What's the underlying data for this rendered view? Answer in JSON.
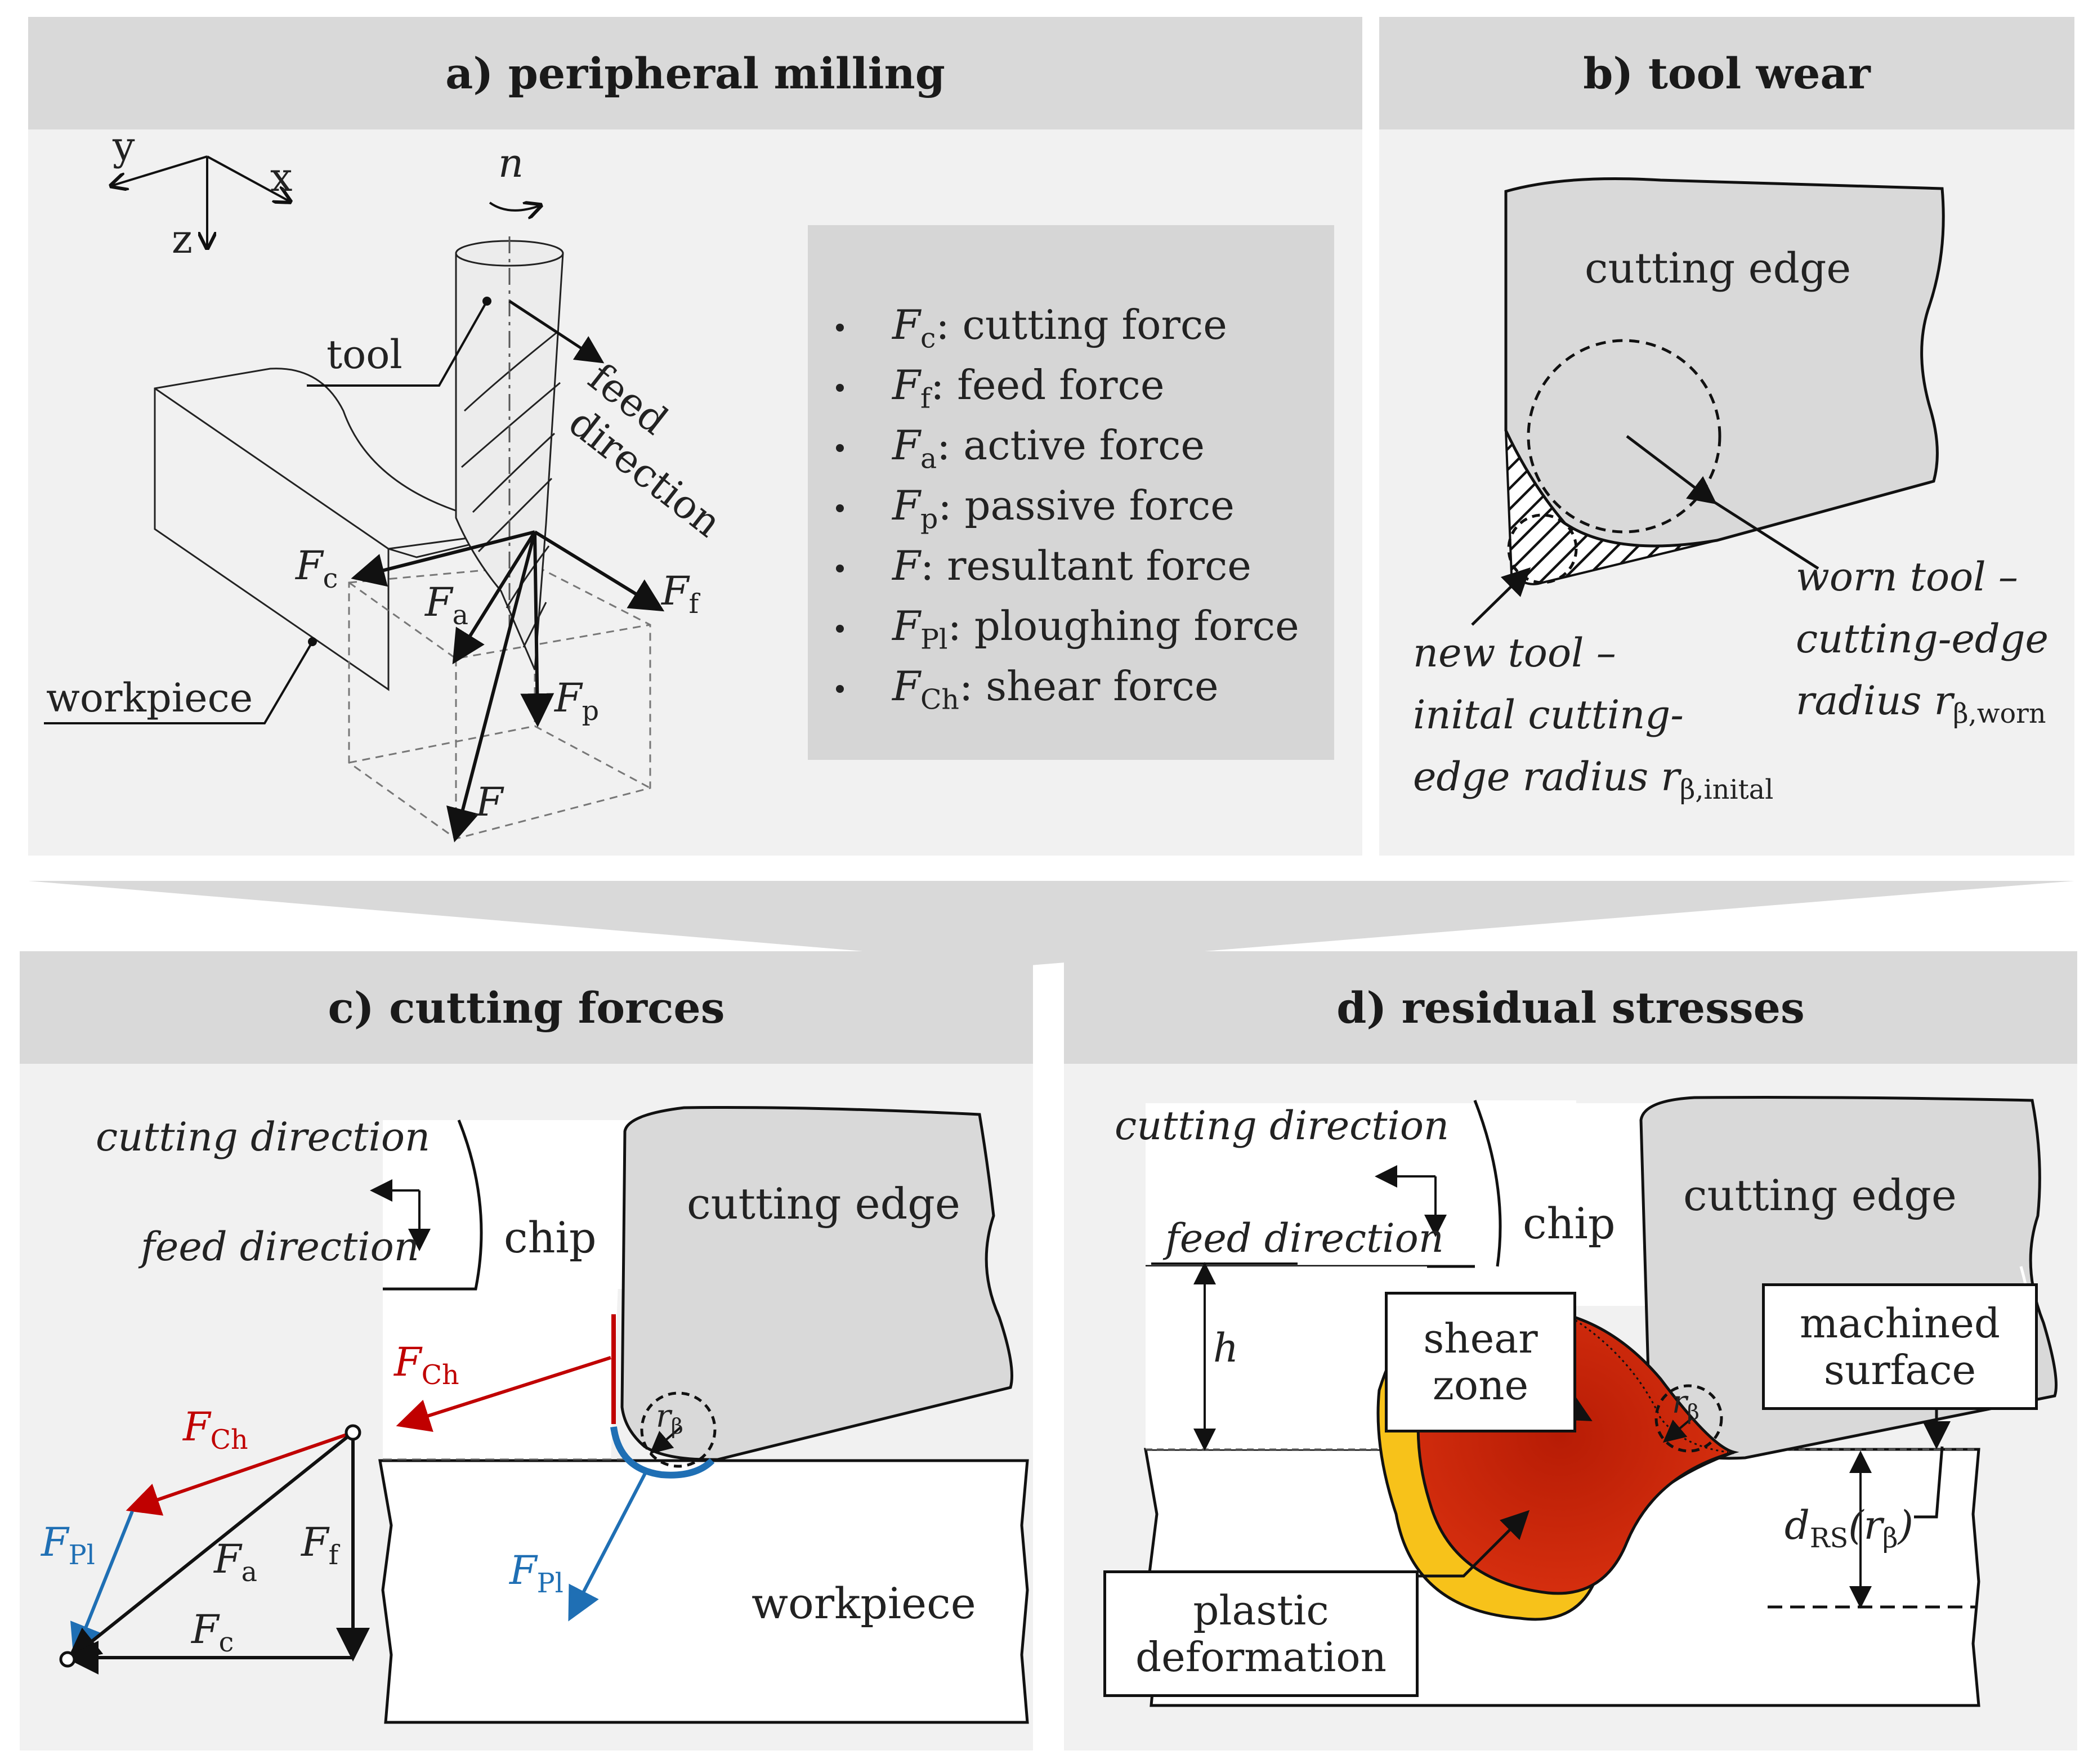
{
  "panels": {
    "a": {
      "title": "a) peripheral milling",
      "axes": {
        "y": "y",
        "x": "x",
        "z": "z"
      },
      "n": "n",
      "tool": "tool",
      "feed_direction": [
        "feed",
        "direction"
      ],
      "workpiece": "workpiece",
      "forces": {
        "Fc_main": "F",
        "Fc_sub": "c",
        "Fa_main": "F",
        "Fa_sub": "a",
        "Ff_main": "F",
        "Ff_sub": "f",
        "Fp_main": "F",
        "Fp_sub": "p",
        "F": "F"
      },
      "legend": [
        {
          "sym": "F",
          "sub": "c",
          "text": ": cutting force"
        },
        {
          "sym": "F",
          "sub": "f",
          "text": ": feed force"
        },
        {
          "sym": "F",
          "sub": "a",
          "text": ": active force"
        },
        {
          "sym": "F",
          "sub": "p",
          "text": ": passive force"
        },
        {
          "sym": "F",
          "sub": "",
          "text": ": resultant force"
        },
        {
          "sym": "F",
          "sub": "Pl",
          "text": ": ploughing force"
        },
        {
          "sym": "F",
          "sub": "Ch",
          "text": ": shear force"
        }
      ]
    },
    "b": {
      "title": "b) tool wear",
      "cutting_edge": "cutting edge",
      "new_tool": [
        "new tool –",
        "inital cutting-",
        "edge radius r"
      ],
      "new_tool_sub": "β,inital",
      "worn_tool": [
        "worn tool –",
        "cutting-edge",
        "radius r"
      ],
      "worn_tool_sub": "β,worn"
    },
    "c": {
      "title": "c) cutting forces",
      "cutting_direction": "cutting direction",
      "feed_direction": "feed direction",
      "chip": "chip",
      "cutting_edge": "cutting edge",
      "workpiece": "workpiece",
      "r_main": "r",
      "r_sub": "β",
      "FCh_main": "F",
      "FCh_sub": "Ch",
      "FPl_main": "F",
      "FPl_sub": "Pl",
      "Fa_main": "F",
      "Fa_sub": "a",
      "Ff_main": "F",
      "Ff_sub": "f",
      "Fc_main": "F",
      "Fc_sub": "c",
      "colors": {
        "shear": "#c00000",
        "plough": "#1f6fb4"
      }
    },
    "d": {
      "title": "d) residual stresses",
      "cutting_direction": "cutting direction",
      "feed_direction": "feed direction",
      "chip": "chip",
      "cutting_edge": "cutting edge",
      "shear_zone": [
        "shear",
        "zone"
      ],
      "machined_surface": [
        "machined",
        "surface"
      ],
      "plastic_deformation": [
        "plastic",
        "deformation"
      ],
      "h": "h",
      "r_main": "r",
      "r_sub": "β",
      "drs_main": "d",
      "drs_sub": "RS",
      "drs_arg": "(r",
      "drs_arg_sub": "β",
      "drs_close": ")",
      "colors": {
        "outer": "#f7c21a",
        "inner": "#d42a10"
      }
    }
  }
}
